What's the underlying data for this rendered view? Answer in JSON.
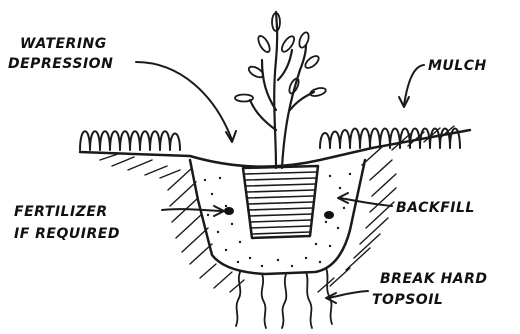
{
  "labels": {
    "watering_line1": "WATERING",
    "watering_line2": "DEPRESSION",
    "mulch": "MULCH",
    "fertilizer_line1": "FERTILIZER",
    "fertilizer_line2": "IF REQUIRED",
    "backfill": "BACKFILL",
    "break_line1": "BREAK HARD",
    "break_line2": "TOPSOIL"
  }
}
